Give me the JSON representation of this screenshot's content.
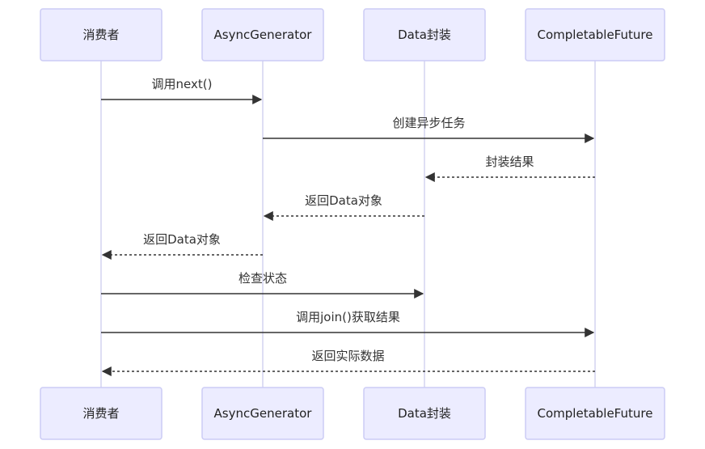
{
  "diagram": {
    "type": "sequence",
    "colors": {
      "actor_fill": "#ececff",
      "actor_border": "#ccccf5",
      "lifeline": "#d4d4f0",
      "arrow": "#333333",
      "text": "#333333"
    },
    "actors": [
      {
        "id": "consumer",
        "label": "消费者"
      },
      {
        "id": "asyncgen",
        "label": "AsyncGenerator"
      },
      {
        "id": "data",
        "label": "Data封装"
      },
      {
        "id": "cf",
        "label": "CompletableFuture"
      }
    ],
    "messages": [
      {
        "from": "consumer",
        "to": "asyncgen",
        "label": "调用next()",
        "style": "solid"
      },
      {
        "from": "asyncgen",
        "to": "cf",
        "label": "创建异步任务",
        "style": "solid"
      },
      {
        "from": "cf",
        "to": "data",
        "label": "封装结果",
        "style": "dashed"
      },
      {
        "from": "data",
        "to": "asyncgen",
        "label": "返回Data对象",
        "style": "dashed"
      },
      {
        "from": "asyncgen",
        "to": "consumer",
        "label": "返回Data对象",
        "style": "dashed"
      },
      {
        "from": "consumer",
        "to": "data",
        "label": "检查状态",
        "style": "solid"
      },
      {
        "from": "consumer",
        "to": "cf",
        "label": "调用join()获取结果",
        "style": "solid"
      },
      {
        "from": "cf",
        "to": "consumer",
        "label": "返回实际数据",
        "style": "dashed"
      }
    ]
  }
}
